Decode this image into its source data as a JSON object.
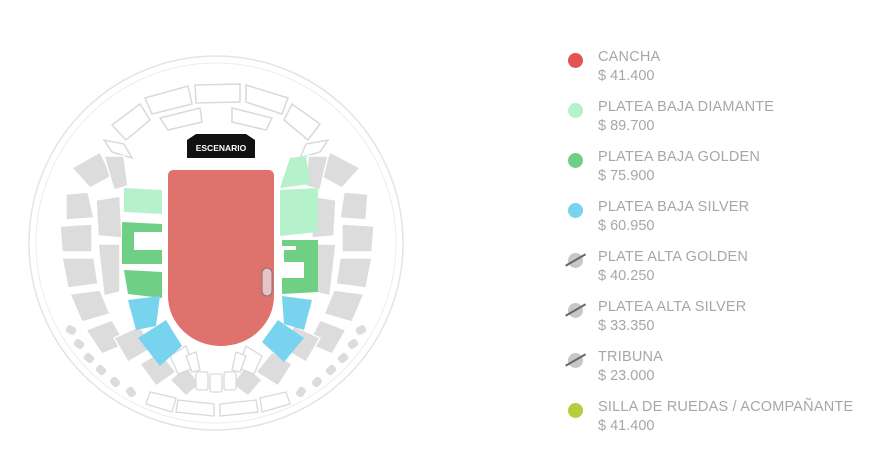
{
  "map": {
    "stage_label": "ESCENARIO"
  },
  "legend": [
    {
      "name": "CANCHA",
      "price": "$ 41.400",
      "color": "#e05552",
      "sold_out": false
    },
    {
      "name": "PLATEA BAJA DIAMANTE",
      "price": "$ 89.700",
      "color": "#b5f2cc",
      "sold_out": false
    },
    {
      "name": "PLATEA BAJA GOLDEN",
      "price": "$ 75.900",
      "color": "#6fcf84",
      "sold_out": false
    },
    {
      "name": "PLATEA BAJA SILVER",
      "price": "$ 60.950",
      "color": "#78d3ef",
      "sold_out": false
    },
    {
      "name": "PLATE ALTA GOLDEN",
      "price": "$ 40.250",
      "color": "#c7c7c7",
      "sold_out": true
    },
    {
      "name": "PLATEA ALTA SILVER",
      "price": "$ 33.350",
      "color": "#c7c7c7",
      "sold_out": true
    },
    {
      "name": "TRIBUNA",
      "price": "$ 23.000",
      "color": "#c7c7c7",
      "sold_out": true
    },
    {
      "name": "SILLA DE RUEDAS / ACOMPAÑANTE",
      "price": "$ 41.400",
      "color": "#b9cc3c",
      "sold_out": false
    }
  ]
}
